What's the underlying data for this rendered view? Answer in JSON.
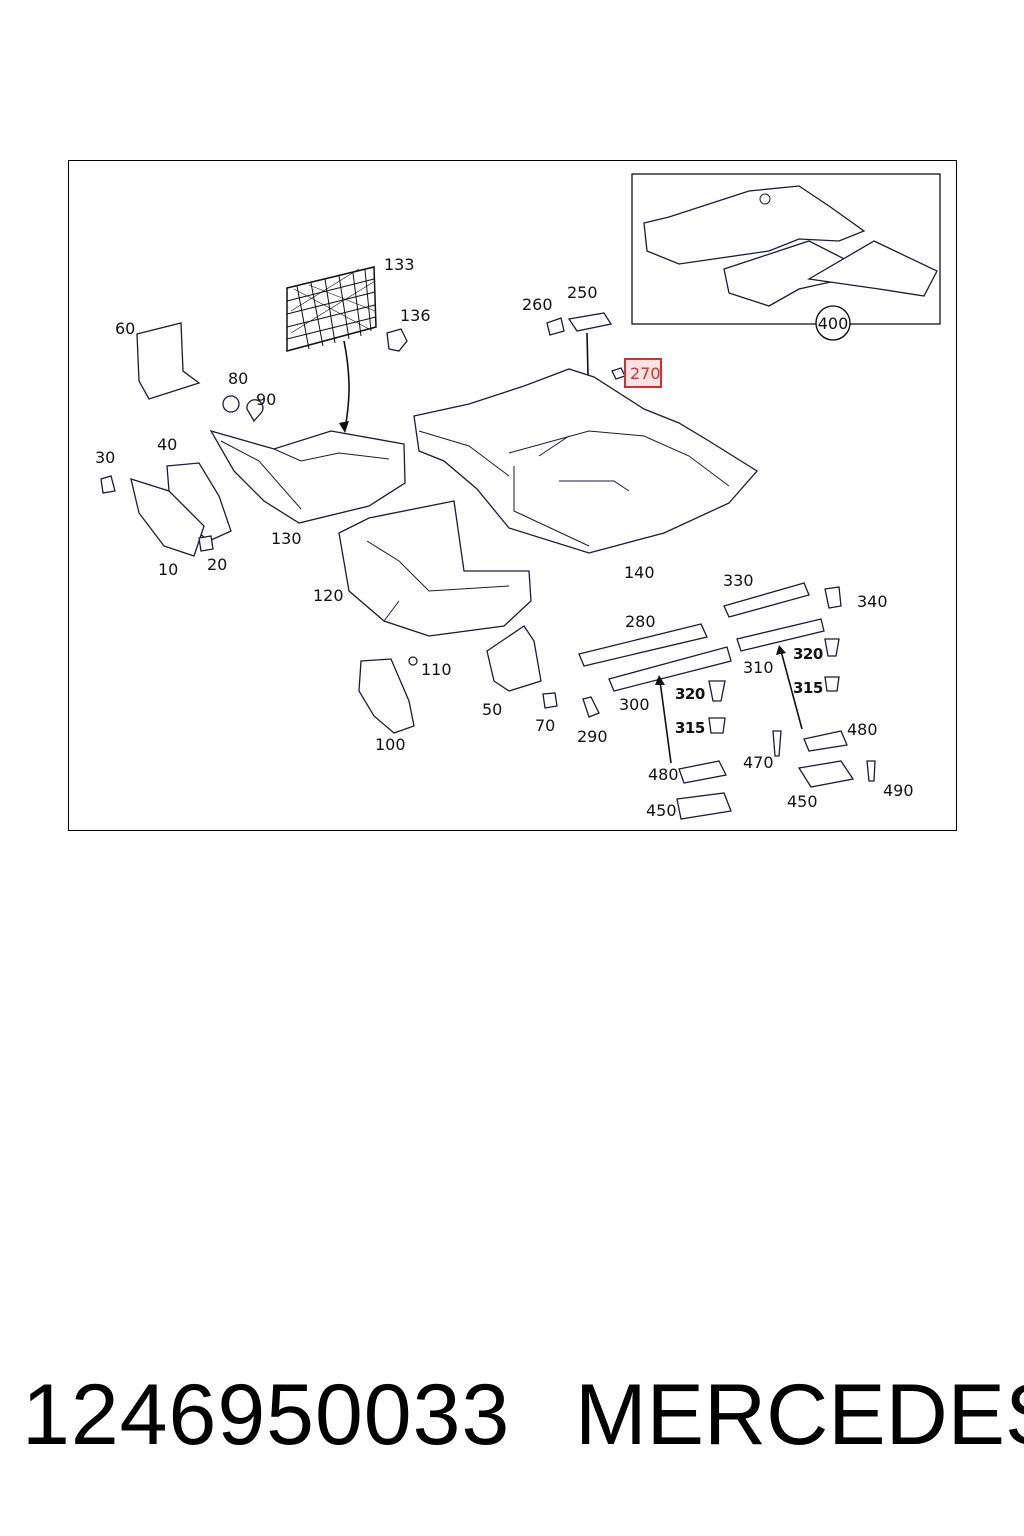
{
  "diagram": {
    "labels": {
      "l133": "133",
      "l136": "136",
      "l260": "260",
      "l250": "250",
      "l270": "270",
      "l60": "60",
      "l80": "80",
      "l90": "90",
      "l40": "40",
      "l30": "30",
      "l130": "130",
      "l10": "10",
      "l20": "20",
      "l120": "120",
      "l140": "140",
      "l330": "330",
      "l340": "340",
      "l280": "280",
      "l310": "310",
      "l320a": "320",
      "l315a": "315",
      "l320b": "320",
      "l315b": "315",
      "l110": "110",
      "l300": "300",
      "l50": "50",
      "l70": "70",
      "l290": "290",
      "l100": "100",
      "l480a": "480",
      "l470": "470",
      "l480b": "480",
      "l490": "490",
      "l450a": "450",
      "l450b": "450",
      "l400": "400"
    },
    "highlight": {
      "label": "270",
      "color": "#d32f2f"
    }
  },
  "footer": {
    "part_number": "1246950033",
    "brand": "MERCEDES"
  }
}
